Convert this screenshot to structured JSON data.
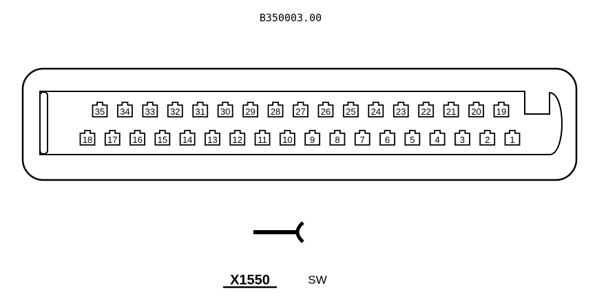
{
  "diagram": {
    "ref_code": "B350003.00",
    "connector_id": "X1550",
    "connector_type": "SW",
    "pins_top": [
      "35",
      "34",
      "33",
      "32",
      "31",
      "30",
      "29",
      "28",
      "27",
      "26",
      "25",
      "24",
      "23",
      "22",
      "21",
      "20",
      "19"
    ],
    "pins_bottom": [
      "18",
      "17",
      "16",
      "15",
      "14",
      "13",
      "12",
      "11",
      "10",
      "9",
      "8",
      "7",
      "6",
      "5",
      "4",
      "3",
      "2",
      "1"
    ]
  }
}
